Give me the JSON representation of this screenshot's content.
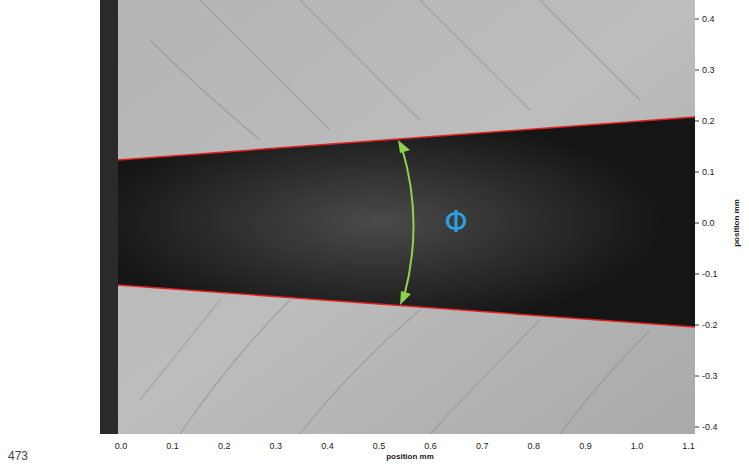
{
  "diagram": {
    "labels": [
      "0.4",
      "0.3",
      "0.2",
      "0.1",
      "0.0",
      "-0.1",
      "-0.2",
      "-0.3",
      "-0.4",
      "position mm",
      "0.0",
      "0.1",
      "0.2",
      "0.3",
      "0.4",
      "0.5",
      "0.6",
      "0.7",
      "0.8",
      "0.9",
      "1.0",
      "1.1",
      "position mm",
      "Φ",
      "473"
    ]
  }
}
